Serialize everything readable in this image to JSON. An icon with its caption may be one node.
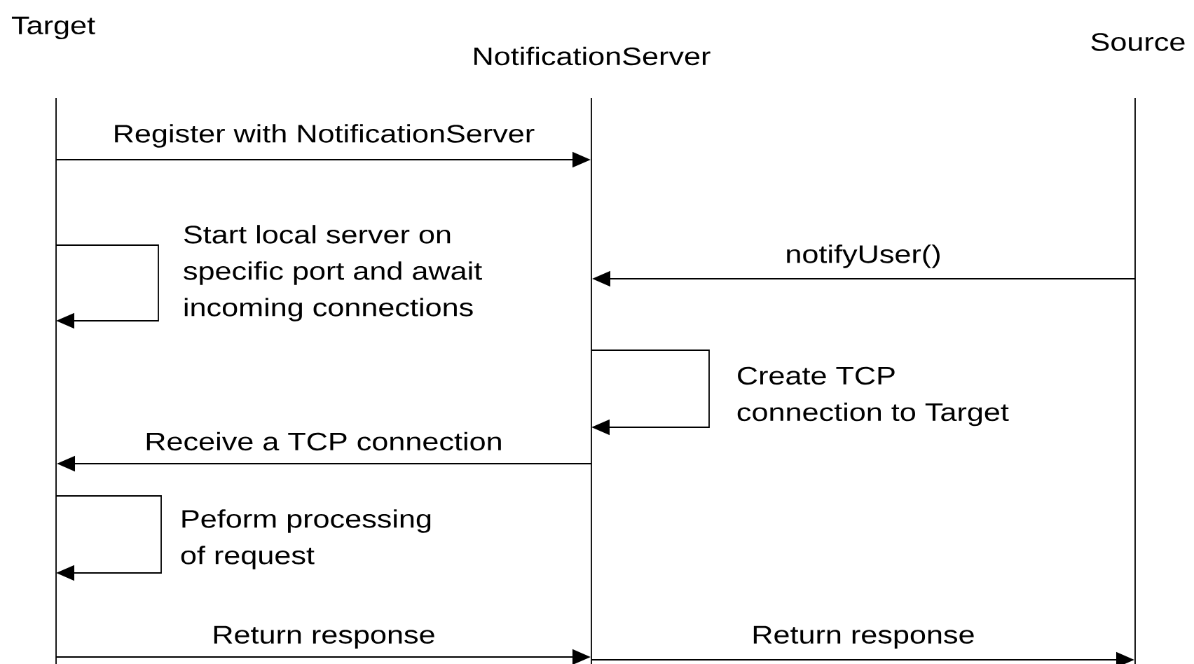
{
  "diagram": {
    "nodes": [
      {
        "text": [
          "Target"
        ]
      },
      {
        "text": [
          "NotificationServer"
        ]
      },
      {
        "text": [
          "Source"
        ]
      }
    ],
    "edges": [
      {
        "from": 0,
        "to": 1,
        "arrow": "to",
        "label": "Register with NotificationServer"
      },
      {
        "from": 0,
        "to": 0,
        "arrow": "to",
        "label": "Start local server on specific port and await incoming connections"
      },
      {
        "from": 2,
        "to": 1,
        "arrow": "to",
        "label": "notifyUser()"
      },
      {
        "from": 1,
        "to": 1,
        "arrow": "to",
        "label": "Create TCP connection to Target"
      },
      {
        "from": 1,
        "to": 0,
        "arrow": "to",
        "label": "Receive a TCP connection"
      },
      {
        "from": 0,
        "to": 0,
        "arrow": "to",
        "label": "Peform processing of request"
      },
      {
        "from": 0,
        "to": 1,
        "arrow": "to",
        "label": "Return response"
      },
      {
        "from": 1,
        "to": 2,
        "arrow": "to",
        "label": "Return response"
      }
    ]
  }
}
